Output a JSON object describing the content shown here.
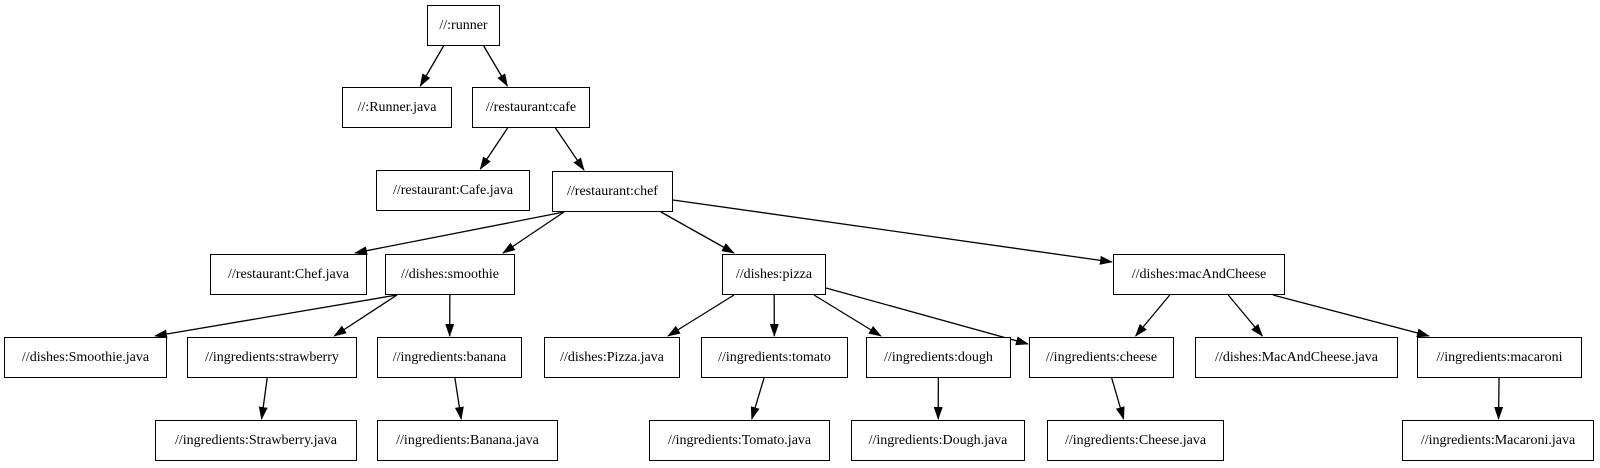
{
  "graph": {
    "type": "dependency-tree",
    "colors": {
      "background": "#ffffff",
      "node_border": "#000000",
      "node_fill": "#ffffff",
      "text": "#000000",
      "edge": "#000000"
    },
    "nodes": [
      {
        "id": "runner",
        "label": "//:runner"
      },
      {
        "id": "runner-java",
        "label": "//:Runner.java"
      },
      {
        "id": "cafe",
        "label": "//restaurant:cafe"
      },
      {
        "id": "cafe-java",
        "label": "//restaurant:Cafe.java"
      },
      {
        "id": "chef",
        "label": "//restaurant:chef"
      },
      {
        "id": "chef-java",
        "label": "//restaurant:Chef.java"
      },
      {
        "id": "smoothie",
        "label": "//dishes:smoothie"
      },
      {
        "id": "pizza",
        "label": "//dishes:pizza"
      },
      {
        "id": "mac-and-cheese",
        "label": "//dishes:macAndCheese"
      },
      {
        "id": "smoothie-java",
        "label": "//dishes:Smoothie.java"
      },
      {
        "id": "strawberry",
        "label": "//ingredients:strawberry"
      },
      {
        "id": "banana",
        "label": "//ingredients:banana"
      },
      {
        "id": "pizza-java",
        "label": "//dishes:Pizza.java"
      },
      {
        "id": "tomato",
        "label": "//ingredients:tomato"
      },
      {
        "id": "dough",
        "label": "//ingredients:dough"
      },
      {
        "id": "cheese",
        "label": "//ingredients:cheese"
      },
      {
        "id": "mac-and-cheese-java",
        "label": "//dishes:MacAndCheese.java"
      },
      {
        "id": "macaroni",
        "label": "//ingredients:macaroni"
      },
      {
        "id": "strawberry-java",
        "label": "//ingredients:Strawberry.java"
      },
      {
        "id": "banana-java",
        "label": "//ingredients:Banana.java"
      },
      {
        "id": "tomato-java",
        "label": "//ingredients:Tomato.java"
      },
      {
        "id": "dough-java",
        "label": "//ingredients:Dough.java"
      },
      {
        "id": "cheese-java",
        "label": "//ingredients:Cheese.java"
      },
      {
        "id": "macaroni-java",
        "label": "//ingredients:Macaroni.java"
      }
    ],
    "edges": [
      {
        "from": "runner",
        "to": "runner-java"
      },
      {
        "from": "runner",
        "to": "cafe"
      },
      {
        "from": "cafe",
        "to": "cafe-java"
      },
      {
        "from": "cafe",
        "to": "chef"
      },
      {
        "from": "chef",
        "to": "chef-java"
      },
      {
        "from": "chef",
        "to": "smoothie"
      },
      {
        "from": "chef",
        "to": "pizza"
      },
      {
        "from": "chef",
        "to": "mac-and-cheese"
      },
      {
        "from": "smoothie",
        "to": "smoothie-java"
      },
      {
        "from": "smoothie",
        "to": "strawberry"
      },
      {
        "from": "smoothie",
        "to": "banana"
      },
      {
        "from": "strawberry",
        "to": "strawberry-java"
      },
      {
        "from": "banana",
        "to": "banana-java"
      },
      {
        "from": "pizza",
        "to": "pizza-java"
      },
      {
        "from": "pizza",
        "to": "tomato"
      },
      {
        "from": "pizza",
        "to": "dough"
      },
      {
        "from": "pizza",
        "to": "cheese"
      },
      {
        "from": "mac-and-cheese",
        "to": "cheese"
      },
      {
        "from": "mac-and-cheese",
        "to": "mac-and-cheese-java"
      },
      {
        "from": "mac-and-cheese",
        "to": "macaroni"
      },
      {
        "from": "tomato",
        "to": "tomato-java"
      },
      {
        "from": "dough",
        "to": "dough-java"
      },
      {
        "from": "cheese",
        "to": "cheese-java"
      },
      {
        "from": "macaroni",
        "to": "macaroni-java"
      }
    ]
  }
}
